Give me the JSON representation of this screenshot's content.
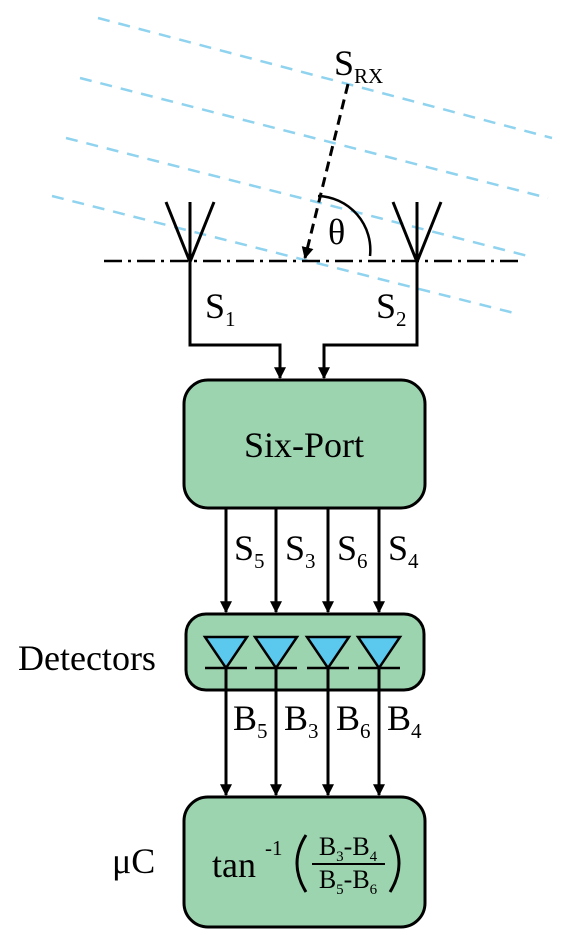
{
  "incoming_signal": {
    "label": "S",
    "subscript": "RX"
  },
  "angle_label": "θ",
  "antennas": [
    {
      "signal": "S",
      "subscript": "1"
    },
    {
      "signal": "S",
      "subscript": "2"
    }
  ],
  "six_port": {
    "title": "Six-Port"
  },
  "six_port_outputs": [
    {
      "signal": "S",
      "subscript": "5"
    },
    {
      "signal": "S",
      "subscript": "3"
    },
    {
      "signal": "S",
      "subscript": "6"
    },
    {
      "signal": "S",
      "subscript": "4"
    }
  ],
  "detectors": {
    "label": "Detectors"
  },
  "detector_outputs": [
    {
      "signal": "B",
      "subscript": "5"
    },
    {
      "signal": "B",
      "subscript": "3"
    },
    {
      "signal": "B",
      "subscript": "6"
    },
    {
      "signal": "B",
      "subscript": "4"
    }
  ],
  "microcontroller": {
    "label": "μC",
    "formula": {
      "func": "tan",
      "exponent": "-1",
      "numerator": {
        "a": "B",
        "a_sub": "3",
        "op": "-",
        "b": "B",
        "b_sub": "4"
      },
      "denominator": {
        "a": "B",
        "a_sub": "5",
        "op": "-",
        "b": "B",
        "b_sub": "6"
      }
    }
  },
  "colors": {
    "block_fill": "#9dd4b0",
    "diode_fill": "#5bc8ee",
    "wavefront": "#8fd3ef",
    "line": "#000000"
  }
}
